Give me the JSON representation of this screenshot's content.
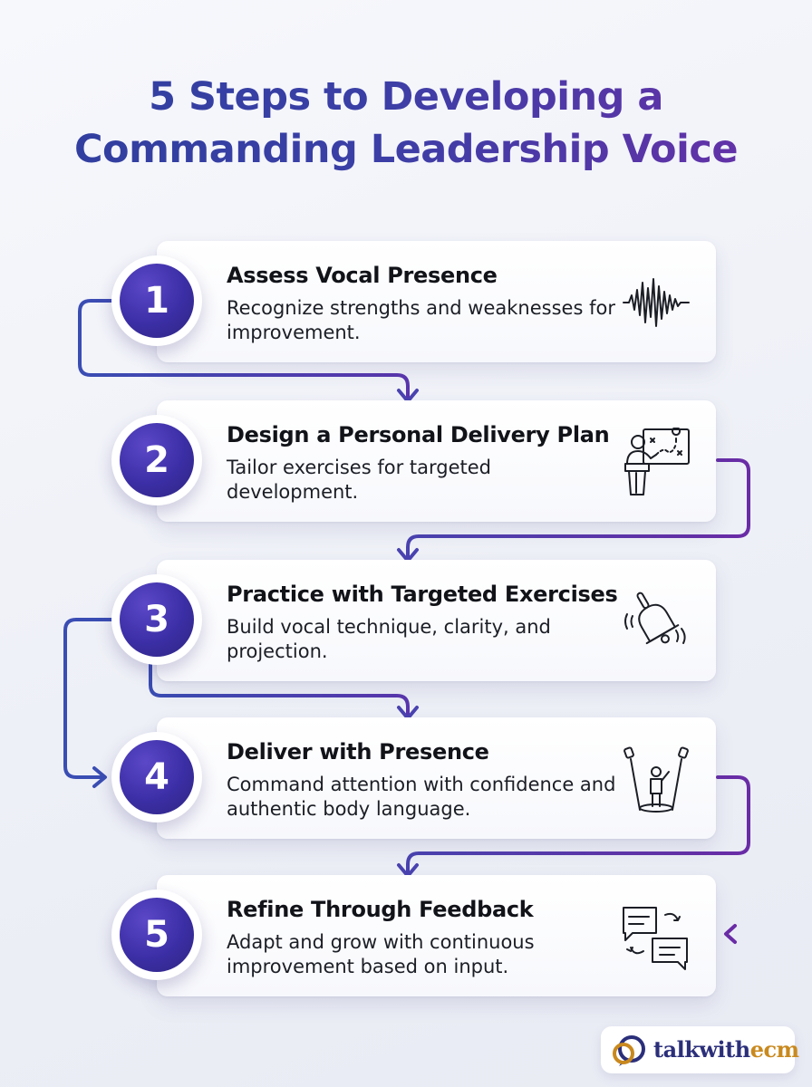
{
  "title": {
    "line1": "5 Steps to Developing a",
    "line2": "Commanding Leadership Voice"
  },
  "steps": [
    {
      "number": "1",
      "title": "Assess Vocal Presence",
      "description": "Recognize strengths and weaknesses for improvement.",
      "icon": "sound-wave-icon"
    },
    {
      "number": "2",
      "title": "Design a Personal Delivery Plan",
      "description": "Tailor exercises for targeted development.",
      "icon": "presenter-strategy-board-icon"
    },
    {
      "number": "3",
      "title": "Practice with Targeted Exercises",
      "description": "Build vocal technique, clarity, and projection.",
      "icon": "ringing-bell-icon"
    },
    {
      "number": "4",
      "title": "Deliver with Presence",
      "description": "Command attention with confidence and authentic body language.",
      "icon": "spotlight-speaker-icon"
    },
    {
      "number": "5",
      "title": "Refine Through Feedback",
      "description": "Adapt and grow with continuous improvement based on input.",
      "icon": "feedback-chat-icon"
    }
  ],
  "brand": {
    "part1": "talkwith",
    "part2": "ecm"
  },
  "colors": {
    "title_start": "#2f3f9e",
    "title_end": "#6a2fa8",
    "badge": "#3b2ea5",
    "connector_blue": "#3a4db3",
    "connector_purple": "#6a2ca6",
    "brand_navy": "#2b2f7a",
    "brand_gold": "#c9891e"
  }
}
